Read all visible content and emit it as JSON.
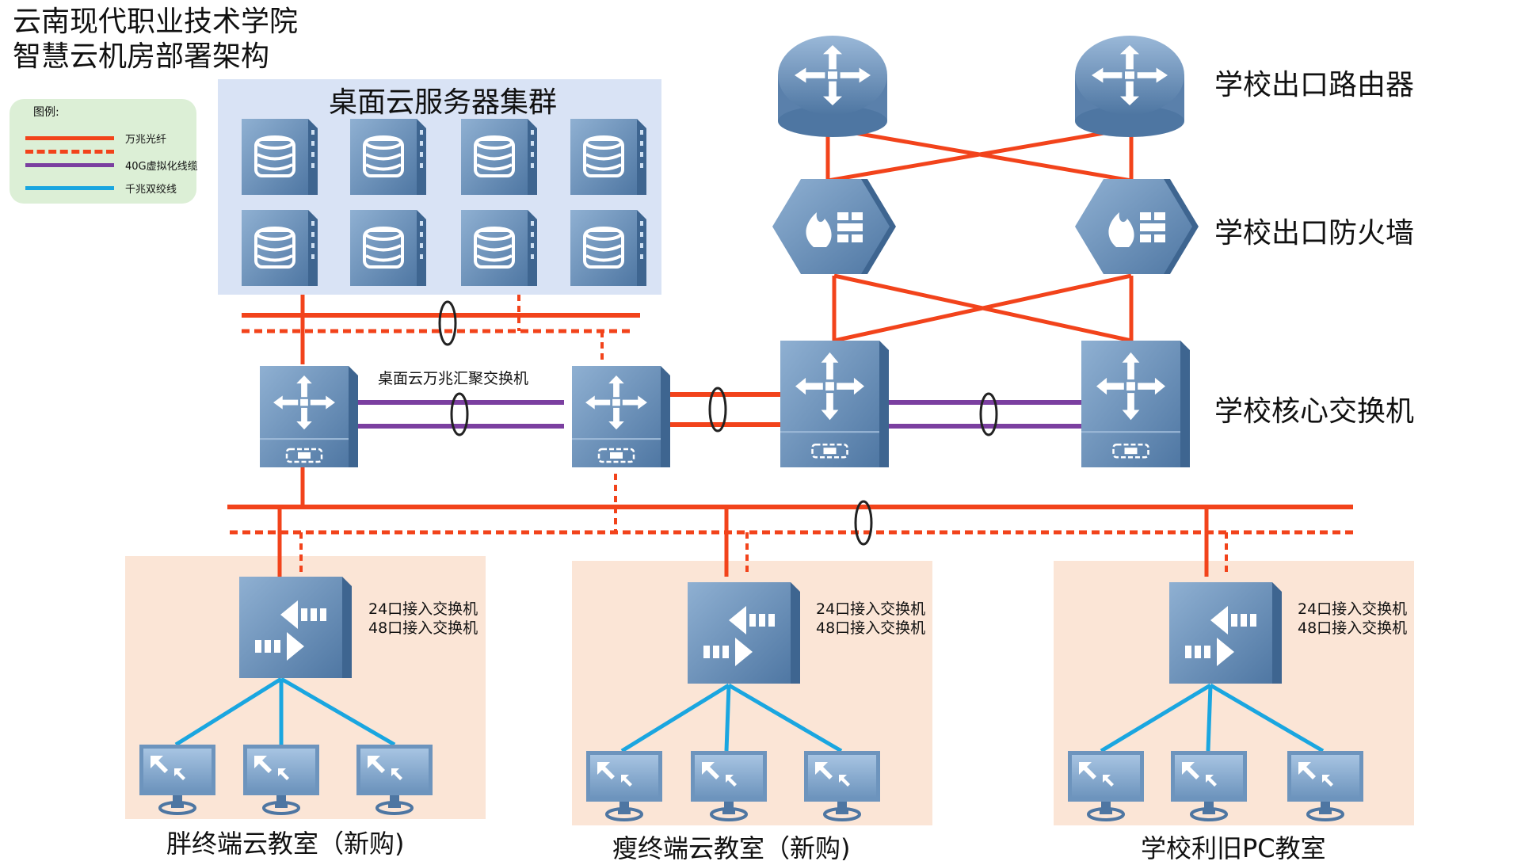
{
  "title": {
    "line1": "云南现代职业技术学院",
    "line2": "智慧云机房部署架构"
  },
  "legend": {
    "title": "图例:",
    "items": [
      {
        "style": "solid",
        "color": "#f2431b",
        "label": "万兆光纤"
      },
      {
        "style": "dashed",
        "color": "#f2431b",
        "label": ""
      },
      {
        "style": "solid",
        "color": "#7b3fa0",
        "label": "40G虚拟化线缆"
      },
      {
        "style": "solid",
        "color": "#1aa6e0",
        "label": "千兆双绞线"
      }
    ]
  },
  "labels": {
    "server_cluster": "桌面云服务器集群",
    "router": "学校出口路由器",
    "firewall": "学校出口防火墙",
    "core_switch": "学校核心交换机",
    "aggregation_switch": "桌面云万兆汇聚交换机",
    "access_switch_24": "24口接入交换机",
    "access_switch_48": "48口接入交换机"
  },
  "classrooms": [
    {
      "name": "胖终端云教室（新购)"
    },
    {
      "name": "瘦终端云教室（新购)"
    },
    {
      "name": "学校利旧PC教室"
    }
  ],
  "colors": {
    "fiber": "#f2431b",
    "virtual_cable": "#7b3fa0",
    "twisted_pair": "#1aa6e0",
    "device": "#6b8fb8",
    "server_zone": "#d9e3f5",
    "classroom_zone": "#fbe5d6",
    "legend_bg": "#dcefd6"
  },
  "icons": {
    "server": "database-server-icon",
    "router": "router-icon",
    "firewall": "firewall-icon",
    "switch": "switch-icon",
    "access_switch": "access-switch-icon",
    "terminal": "monitor-terminal-icon"
  }
}
